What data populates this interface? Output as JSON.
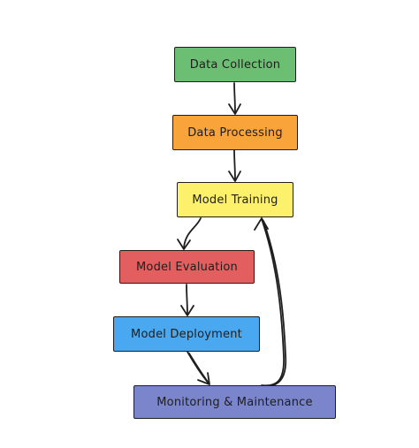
{
  "diagram": {
    "stroke_color": "#1e1e1e",
    "nodes": [
      {
        "id": "data-collection",
        "label": "Data Collection",
        "color": "#6cbf72"
      },
      {
        "id": "data-processing",
        "label": "Data Processing",
        "color": "#f9a33b"
      },
      {
        "id": "model-training",
        "label": "Model Training",
        "color": "#fdf16b"
      },
      {
        "id": "model-evaluation",
        "label": "Model Evaluation",
        "color": "#e35f5f"
      },
      {
        "id": "model-deployment",
        "label": "Model Deployment",
        "color": "#4aa8f0"
      },
      {
        "id": "monitoring-maintenance",
        "label": "Monitoring & Maintenance",
        "color": "#7a85cc"
      }
    ],
    "edges": [
      {
        "from": "data-collection",
        "to": "data-processing"
      },
      {
        "from": "data-processing",
        "to": "model-training"
      },
      {
        "from": "model-training",
        "to": "model-evaluation"
      },
      {
        "from": "model-evaluation",
        "to": "model-deployment"
      },
      {
        "from": "model-deployment",
        "to": "monitoring-maintenance"
      },
      {
        "from": "monitoring-maintenance",
        "to": "model-training"
      }
    ]
  }
}
